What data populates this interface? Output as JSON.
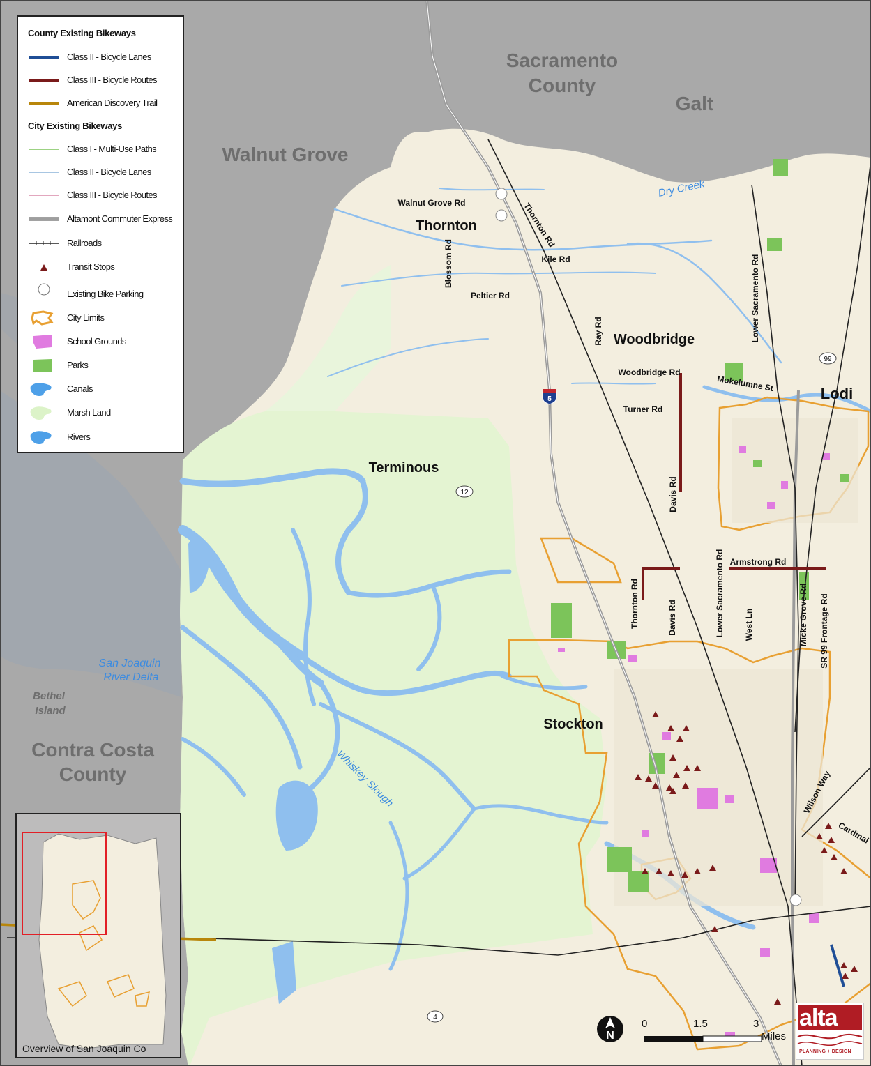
{
  "map": {
    "region_labels": {
      "sacramento_county": [
        "Sacramento",
        "County"
      ],
      "galt": "Galt",
      "walnut_grove": "Walnut Grove",
      "contra_costa": [
        "Contra Costa",
        "County"
      ],
      "bethel": [
        "Bethel",
        "Island"
      ],
      "delta": [
        "San Joaquin",
        "River Delta"
      ]
    },
    "water_labels": {
      "dry_creek": "Dry Creek",
      "whiskey": "Whiskey Slough"
    },
    "places": {
      "thornton": "Thornton",
      "woodbridge": "Woodbridge",
      "lodi": "Lodi",
      "terminous": "Terminous",
      "stockton": "Stockton"
    },
    "roads": {
      "walnut_grove_rd": "Walnut Grove Rd",
      "thornton_rd_n": "Thornton Rd",
      "kile_rd": "Kile Rd",
      "blossom_rd": "Blossom Rd",
      "peltier_rd": "Peltier Rd",
      "ray_rd": "Ray Rd",
      "lower_sac_n": "Lower Sacramento Rd",
      "woodbridge_rd": "Woodbridge Rd",
      "mokelumne_st": "Mokelumne St",
      "turner_rd": "Turner Rd",
      "davis_rd_n": "Davis Rd",
      "armstrong_rd": "Armstrong Rd",
      "thornton_rd_s": "Thornton Rd",
      "davis_rd_s": "Davis Rd",
      "lower_sac_s": "Lower Sacramento Rd",
      "west_ln": "West Ln",
      "micke_grove_rd": "Micke Grove Rd",
      "sr99_frontage": "SR 99 Frontage Rd",
      "wilson_way": "Wilson Way",
      "cardinal": "Cardinal"
    },
    "shields": {
      "i5": "5",
      "sr12": "12",
      "sr4": "4",
      "sr99": "99"
    },
    "colors": {
      "county_gray": "#a8a8a8",
      "land": "#f3eedf",
      "marsh": "#e4f4d2",
      "water": "#8fbfee",
      "county_class2": "#1f4e96",
      "county_class3": "#7a1a1a",
      "adt": "#b8860b",
      "city_limits": "#e8a032",
      "school": "#e07be0",
      "park": "#7cc45a"
    }
  },
  "legend": {
    "county_heading": "County Existing Bikeways",
    "county_items": [
      "Class II - Bicycle Lanes",
      "Class III - Bicycle Routes",
      "American Discovery Trail"
    ],
    "city_heading": "City Existing Bikeways",
    "city_items": [
      "Class I - Multi-Use Paths",
      "Class II - Bicycle Lanes",
      "Class III - Bicycle Routes",
      "Altamont Commuter Express",
      "Railroads",
      "Transit Stops",
      "Existing Bike Parking",
      "City Limits",
      "School Grounds",
      "Parks",
      "Canals",
      "Marsh Land",
      "Rivers"
    ]
  },
  "inset": {
    "title": "Overview of San Joaquin Co"
  },
  "scale": {
    "ticks": [
      "0",
      "1.5",
      "3"
    ],
    "unit": "Miles"
  },
  "north": {
    "letter": "N"
  },
  "logo": {
    "word": "alta",
    "sub": "PLANNING + DESIGN"
  }
}
